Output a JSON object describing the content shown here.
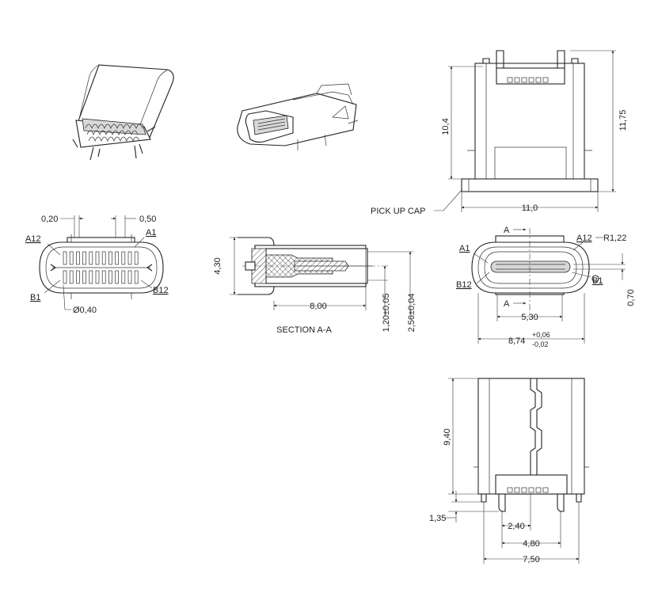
{
  "labels": {
    "pin_a12": "A12",
    "pin_a1": "A1",
    "pin_b1": "B1",
    "pin_b12": "B12",
    "section_arrow": "A",
    "pick_up_cap": "PICK UP CAP",
    "section_title": "SECTION A-A"
  },
  "dimensions": {
    "d_10_4": "10,4",
    "d_11_75": "11,75",
    "d_11_0": "11,0",
    "d_0_20": "0,20",
    "d_0_50": "0,50",
    "d_dia_0_40": "Ø0,40",
    "d_4_30": "4,30",
    "d_8_00": "8,00",
    "d_1_20": "1,20±0,05",
    "d_2_56": "2,56±0,04",
    "d_r1_22": "R1,22",
    "d_0_70": "0,70",
    "d_5_30": "5,30",
    "d_8_74": "8,74",
    "d_8_74_tol_plus": "+0,06",
    "d_8_74_tol_minus": "-0,02",
    "d_9_40": "9,40",
    "d_1_35": "1,35",
    "d_2_40": "2,40",
    "d_4_80": "4,80",
    "d_7_50": "7,50"
  }
}
